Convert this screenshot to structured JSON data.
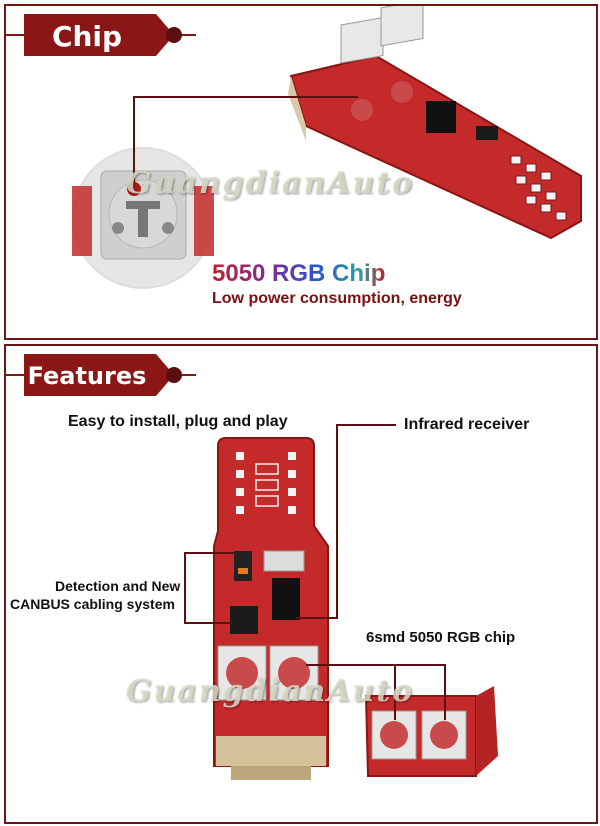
{
  "chip_section": {
    "banner_title": "Chip",
    "chip_title": "5050 RGB Chip",
    "chip_subtitle": "Low power consumption, energy",
    "watermark": "GuangdianAuto"
  },
  "features_section": {
    "banner_title": "Features",
    "label_install": "Easy to install, plug and play",
    "label_infrared": "Infrared receiver",
    "label_detection_line1": "Detection and New",
    "label_detection_line2": "CANBUS cabling system",
    "label_smd": "6smd 5050 RGB chip",
    "watermark": "GuangdianAuto"
  },
  "colors": {
    "brand_red": "#8b1616",
    "border": "#6b1616",
    "pcb_red": "#c42a2a"
  }
}
